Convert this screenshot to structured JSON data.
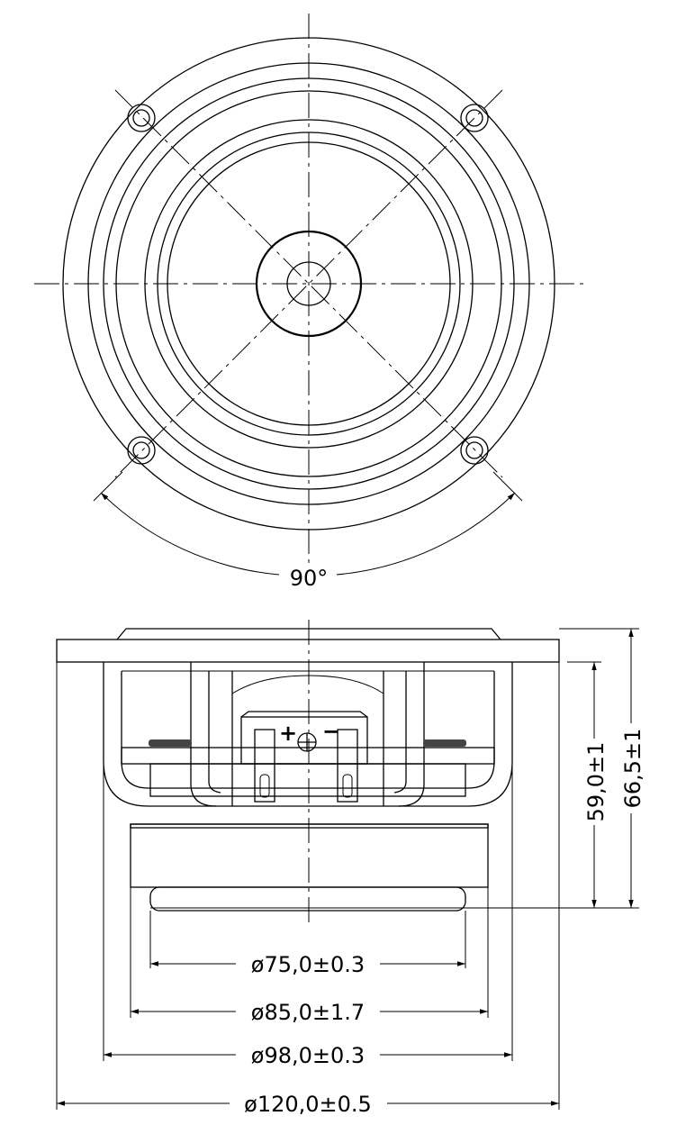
{
  "top_view": {
    "angle_label": "90°"
  },
  "side_view": {
    "terminal_plus": "+",
    "terminal_minus": "−",
    "height_dims": [
      {
        "label": "59,0±1"
      },
      {
        "label": "66,5±1"
      }
    ],
    "diameter_dims": [
      {
        "label": "ø75,0±0.3"
      },
      {
        "label": "ø85,0±1.7"
      },
      {
        "label": "ø98,0±0.3"
      },
      {
        "label": "ø120,0±0.5"
      }
    ]
  }
}
